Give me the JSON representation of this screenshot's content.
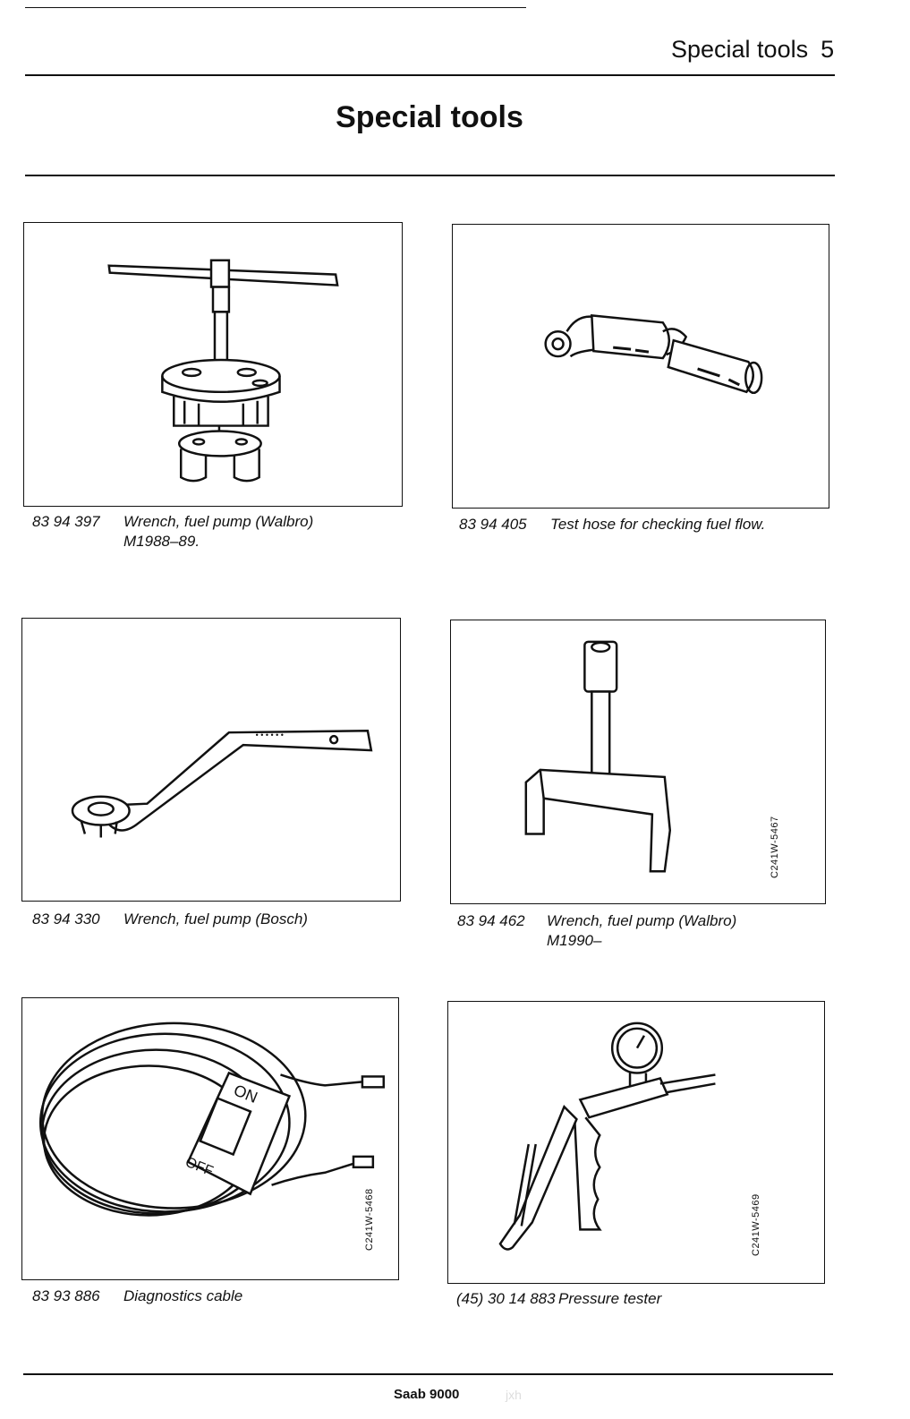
{
  "header": {
    "title": "Special tools",
    "page_number": "5"
  },
  "main_title": "Special tools",
  "tools": [
    {
      "part_number": "83 94 397",
      "description": "Wrench, fuel pump (Walbro)",
      "sub": "M1988–89.",
      "fig_code": ""
    },
    {
      "part_number": "83 94 405",
      "description": "Test hose for checking fuel flow.",
      "sub": "",
      "fig_code": ""
    },
    {
      "part_number": "83 94 330",
      "description": "Wrench, fuel pump (Bosch)",
      "sub": "",
      "fig_code": ""
    },
    {
      "part_number": "83 94 462",
      "description": "Wrench, fuel pump (Walbro)",
      "sub": "M1990–",
      "fig_code": "C241W-5467"
    },
    {
      "part_number": "83 93 886",
      "description": "Diagnostics cable",
      "sub": "",
      "fig_code": "C241W-5468"
    },
    {
      "part_number": "(45) 30 14 883",
      "description": "Pressure tester",
      "sub": "",
      "fig_code": "C241W-5469"
    }
  ],
  "switch_labels": {
    "on": "ON",
    "off": "OFF"
  },
  "footer": {
    "model": "Saab 9000",
    "watermark": "jxh"
  }
}
